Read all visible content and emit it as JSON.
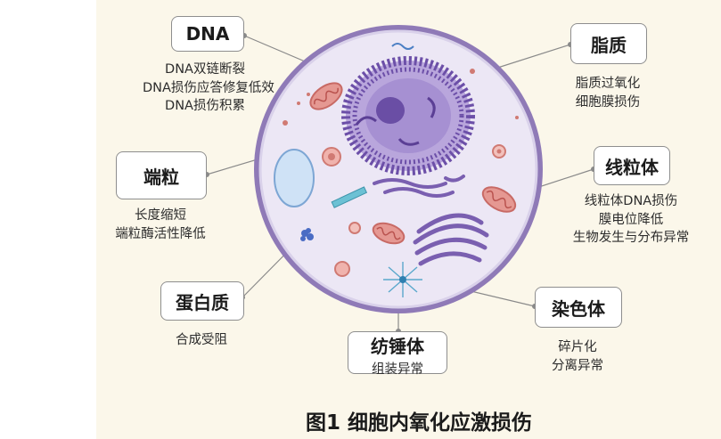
{
  "caption": "图1 细胞内氧化应激损伤",
  "labels": {
    "dna": {
      "title": "DNA",
      "lines": [
        "DNA双链断裂",
        "DNA损伤应答修复低效",
        "DNA损伤积累"
      ]
    },
    "telomere": {
      "title": "端粒",
      "lines": [
        "长度缩短",
        "端粒酶活性降低"
      ]
    },
    "protein": {
      "title": "蛋白质",
      "lines": [
        "合成受阻"
      ]
    },
    "spindle": {
      "title": "纺锤体",
      "lines": [
        "组装异常"
      ]
    },
    "lipid": {
      "title": "脂质",
      "lines": [
        "脂质过氧化",
        "细胞膜损伤"
      ]
    },
    "mito": {
      "title": "线粒体",
      "lines": [
        "线粒体DNA损伤",
        "膜电位降低",
        "生物发生与分布异常"
      ]
    },
    "chromosome": {
      "title": "染色体",
      "lines": [
        "碎片化",
        "分离异常"
      ]
    }
  },
  "colors": {
    "panel_bg": "#fbf7ea",
    "cell_fill": "#e7e2f2",
    "cell_border": "#8f7ab7",
    "nucleus": "#6c4fa8",
    "mitochondria": "#e08a86",
    "er": "#7a5fb0"
  }
}
